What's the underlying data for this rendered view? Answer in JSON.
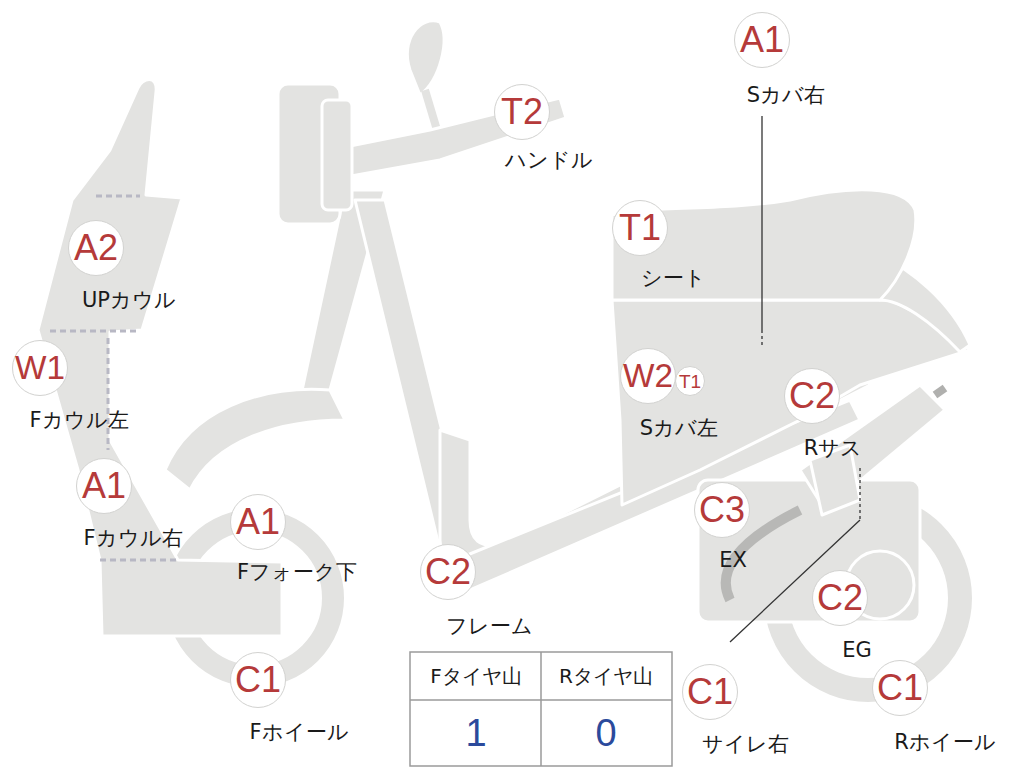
{
  "diagram": {
    "nodes": [
      {
        "text": [
          "A1",
          "Sカバ右"
        ]
      },
      {
        "text": [
          "T2",
          "ハンドル"
        ]
      },
      {
        "text": [
          "T1",
          "シート"
        ]
      },
      {
        "text": [
          "A2",
          "UPカウル"
        ]
      },
      {
        "text": [
          "W1",
          "Fカウル左"
        ]
      },
      {
        "text": [
          "W2",
          "Sカバ左"
        ]
      },
      {
        "text": [
          "T1"
        ]
      },
      {
        "text": [
          "C2",
          "Rサス"
        ]
      },
      {
        "text": [
          "A1",
          "Fカウル右"
        ]
      },
      {
        "text": [
          "A1",
          "Fフォーク下"
        ]
      },
      {
        "text": [
          "C3",
          "EX"
        ]
      },
      {
        "text": [
          "C2",
          "フレーム"
        ]
      },
      {
        "text": [
          "C2",
          "EG"
        ]
      },
      {
        "text": [
          "C1",
          "Fホイール"
        ]
      },
      {
        "text": [
          "C1",
          "サイレ右"
        ]
      },
      {
        "text": [
          "C1",
          "Rホイール"
        ]
      }
    ],
    "labels": [
      "Fタイヤ山",
      "Rタイヤ山",
      "1",
      "0"
    ]
  }
}
